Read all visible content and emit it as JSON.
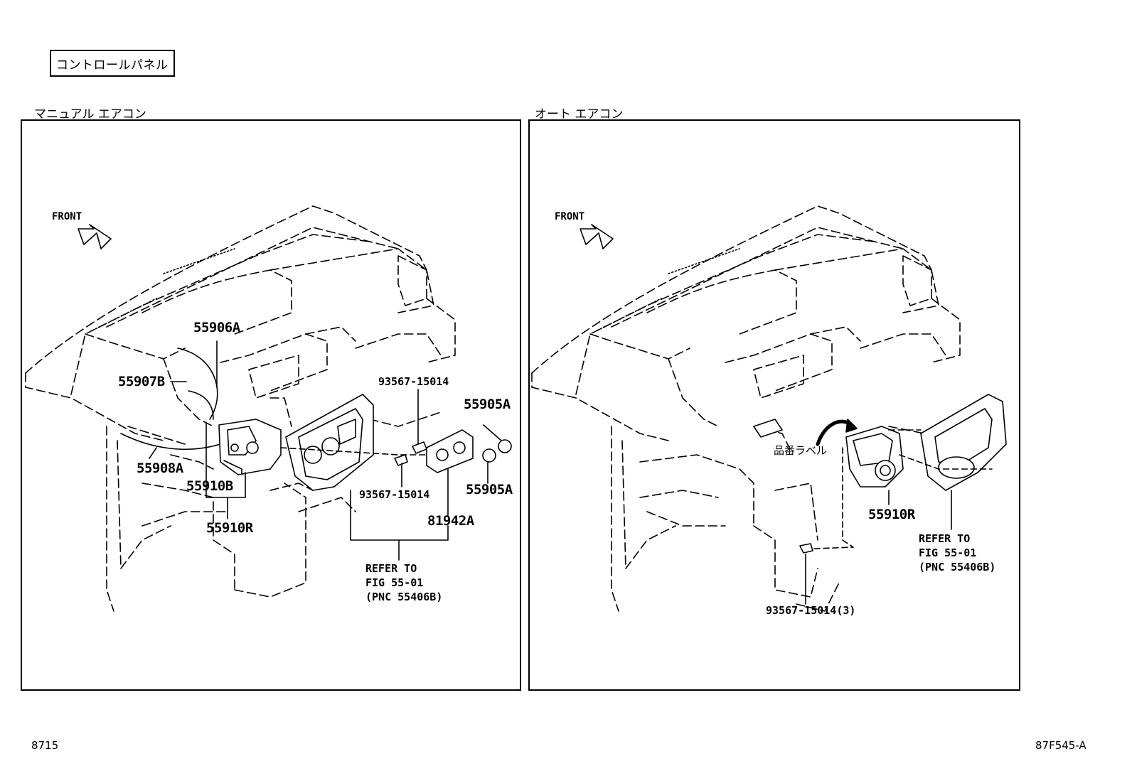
{
  "header": {
    "title": "コントロールパネル"
  },
  "left": {
    "section_title": "マニュアル エアコン",
    "front_label": "FRONT",
    "parts": {
      "p55906A": "55906A",
      "p55907B": "55907B",
      "p55908A": "55908A",
      "p55910B": "55910B",
      "p55910R": "55910R",
      "p93567_top": "93567-15014",
      "p93567_bottom": "93567-15014",
      "p55905A_top": "55905A",
      "p55905A_bottom": "55905A",
      "p81942A": "81942A"
    },
    "refer": [
      "REFER TO",
      "FIG 55-01",
      "(PNC 55406B)"
    ]
  },
  "right": {
    "section_title": "オート エアコン",
    "front_label": "FRONT",
    "label_jp": "品番ラベル",
    "parts": {
      "p55910R": "55910R",
      "p93567": "93567-15014(3)"
    },
    "refer": [
      "REFER TO",
      "FIG 55-01",
      "(PNC 55406B)"
    ]
  },
  "footer": {
    "left_code": "8715",
    "right_code": "87F545-A"
  }
}
